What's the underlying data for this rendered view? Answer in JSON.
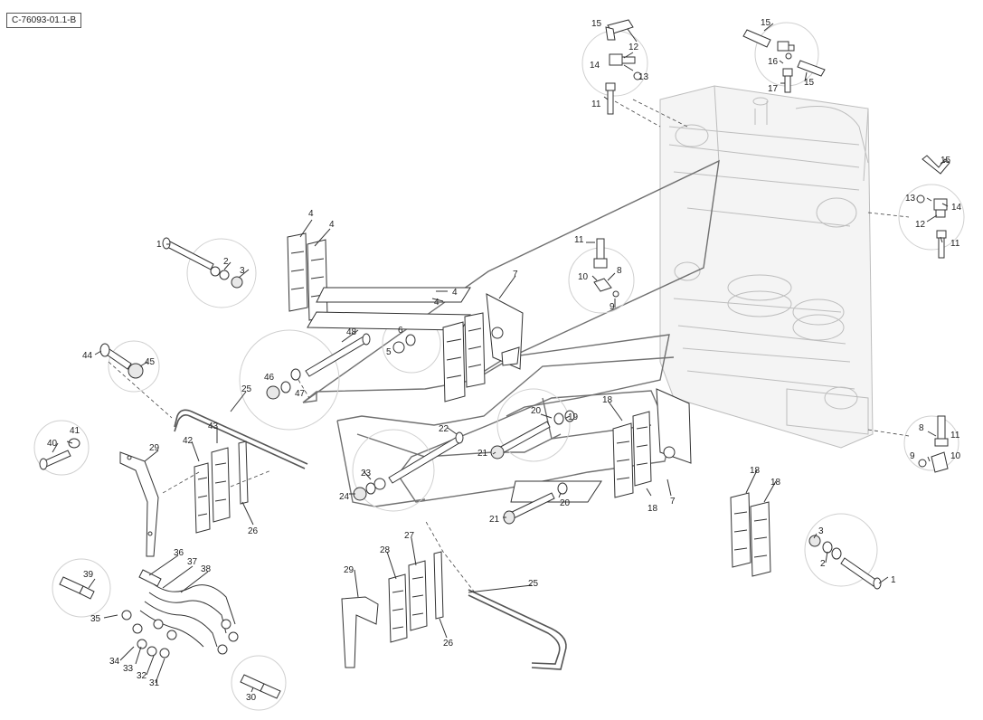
{
  "diagram": {
    "reference_code": "C-76093-01.1-B",
    "callouts": [
      {
        "id": "c1",
        "text": "15"
      },
      {
        "id": "c2",
        "text": "12"
      },
      {
        "id": "c3",
        "text": "14"
      },
      {
        "id": "c4",
        "text": "13"
      },
      {
        "id": "c5",
        "text": "11"
      },
      {
        "id": "c6",
        "text": "15"
      },
      {
        "id": "c7",
        "text": "16"
      },
      {
        "id": "c8",
        "text": "17"
      },
      {
        "id": "c9",
        "text": "15"
      },
      {
        "id": "c10",
        "text": "15"
      },
      {
        "id": "c11",
        "text": "13"
      },
      {
        "id": "c12",
        "text": "14"
      },
      {
        "id": "c13",
        "text": "12"
      },
      {
        "id": "c14",
        "text": "11"
      },
      {
        "id": "c15",
        "text": "11"
      },
      {
        "id": "c16",
        "text": "10"
      },
      {
        "id": "c17",
        "text": "8"
      },
      {
        "id": "c18",
        "text": "9"
      },
      {
        "id": "c19",
        "text": "1"
      },
      {
        "id": "c20",
        "text": "2"
      },
      {
        "id": "c21",
        "text": "3"
      },
      {
        "id": "c22",
        "text": "4"
      },
      {
        "id": "c23",
        "text": "4"
      },
      {
        "id": "c24",
        "text": "4"
      },
      {
        "id": "c25",
        "text": "4"
      },
      {
        "id": "c26",
        "text": "7"
      },
      {
        "id": "c27",
        "text": "48"
      },
      {
        "id": "c28",
        "text": "6"
      },
      {
        "id": "c29",
        "text": "5"
      },
      {
        "id": "c30",
        "text": "44"
      },
      {
        "id": "c31",
        "text": "45"
      },
      {
        "id": "c32",
        "text": "46"
      },
      {
        "id": "c33",
        "text": "47"
      },
      {
        "id": "c34",
        "text": "25"
      },
      {
        "id": "c35",
        "text": "43"
      },
      {
        "id": "c36",
        "text": "42"
      },
      {
        "id": "c37",
        "text": "41"
      },
      {
        "id": "c38",
        "text": "40"
      },
      {
        "id": "c39",
        "text": "29"
      },
      {
        "id": "c40",
        "text": "26"
      },
      {
        "id": "c41",
        "text": "22"
      },
      {
        "id": "c42",
        "text": "23"
      },
      {
        "id": "c43",
        "text": "24"
      },
      {
        "id": "c44",
        "text": "20"
      },
      {
        "id": "c45",
        "text": "19"
      },
      {
        "id": "c46",
        "text": "18"
      },
      {
        "id": "c47",
        "text": "21"
      },
      {
        "id": "c48",
        "text": "18"
      },
      {
        "id": "c49",
        "text": "7"
      },
      {
        "id": "c50",
        "text": "21"
      },
      {
        "id": "c51",
        "text": "20"
      },
      {
        "id": "c52",
        "text": "8"
      },
      {
        "id": "c53",
        "text": "11"
      },
      {
        "id": "c54",
        "text": "9"
      },
      {
        "id": "c55",
        "text": "10"
      },
      {
        "id": "c56",
        "text": "18"
      },
      {
        "id": "c57",
        "text": "18"
      },
      {
        "id": "c58",
        "text": "3"
      },
      {
        "id": "c59",
        "text": "2"
      },
      {
        "id": "c60",
        "text": "1"
      },
      {
        "id": "c61",
        "text": "36"
      },
      {
        "id": "c62",
        "text": "37"
      },
      {
        "id": "c63",
        "text": "38"
      },
      {
        "id": "c64",
        "text": "39"
      },
      {
        "id": "c65",
        "text": "35"
      },
      {
        "id": "c66",
        "text": "34"
      },
      {
        "id": "c67",
        "text": "33"
      },
      {
        "id": "c68",
        "text": "32"
      },
      {
        "id": "c69",
        "text": "31"
      },
      {
        "id": "c70",
        "text": "30"
      },
      {
        "id": "c71",
        "text": "28"
      },
      {
        "id": "c72",
        "text": "27"
      },
      {
        "id": "c73",
        "text": "29"
      },
      {
        "id": "c74",
        "text": "26"
      },
      {
        "id": "c75",
        "text": "25"
      }
    ]
  }
}
